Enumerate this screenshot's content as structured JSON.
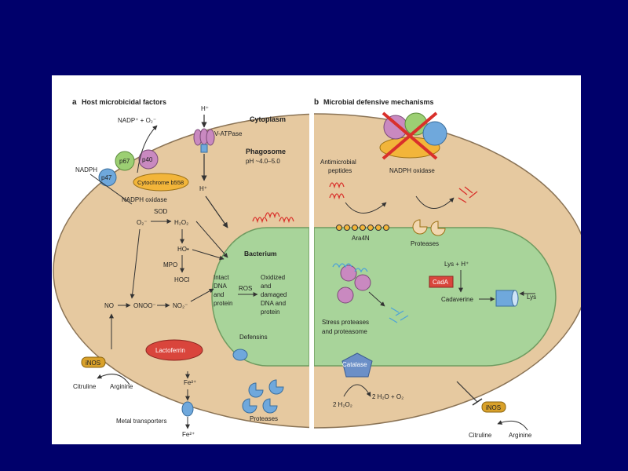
{
  "panel_a": {
    "heading_letter": "a",
    "heading": "Host microbicidal factors",
    "labels": {
      "h_plus": "H⁺",
      "nadp": "NADP⁺ + O₂⁻",
      "cytoplasm": "Cytoplasm",
      "v_atpase": "V-ATPase",
      "phagosome": "Phagosome",
      "ph": "pH ~4.0–5.0",
      "nadph": "NADPH",
      "p67": "p67",
      "p40": "p40",
      "p47": "p47",
      "cytochrome": "Cytochrome b558",
      "nadph_oxidase": "NADPH oxidase",
      "h_plus_2": "H⁺",
      "sod": "SOD",
      "o2": "O₂⁻",
      "h2o2": "H₂O₂",
      "ho": "HO•",
      "mpo": "MPO",
      "hocl": "HOCl",
      "bacterium": "Bacterium",
      "intact_1": "Intact",
      "intact_2": "DNA",
      "intact_3": "and",
      "intact_4": "protein",
      "ros": "ROS",
      "oxidized_1": "Oxidized",
      "oxidized_2": "and",
      "oxidized_3": "damaged",
      "oxidized_4": "DNA and",
      "oxidized_5": "protein",
      "no": "NO",
      "onoo": "ONOO⁻",
      "no2": "NO₂⁻",
      "defensins": "Defensins",
      "lactoferrin": "Lactoferrin",
      "inos": "iNOS",
      "citruline": "Citruline",
      "arginine": "Arginine",
      "fe_1": "Fe²⁺",
      "metal_transporters": "Metal transporters",
      "fe_2": "Fe²⁺",
      "proteases": "Proteases"
    }
  },
  "panel_b": {
    "heading_letter": "b",
    "heading": "Microbial defensive mechanisms",
    "labels": {
      "amp_1": "Antimicrobial",
      "amp_2": "peptides",
      "nadph_oxidase": "NADPH oxidase",
      "ara4n": "Ara4N",
      "proteases": "Proteases",
      "lys_h": "Lys + H⁺",
      "cada": "CadA",
      "cadaverine": "Cadaverine",
      "lys": "Lys",
      "stress_1": "Stress proteases",
      "stress_2": "and proteasome",
      "catalase": "Catalase",
      "h2o2": "2 H₂O₂",
      "products": "2 H₂O + O₂",
      "inos": "iNOS",
      "citruline": "Citruline",
      "arginine": "Arginine"
    }
  },
  "colors": {
    "background": "#00006b",
    "panel": "#ffffff",
    "phagosome": "#e6c9a0",
    "bacterium": "#a8d49a",
    "peptide": "#d9302b",
    "p67": "#9ccf73",
    "p40": "#c989c0",
    "p47": "#6fa8dc",
    "cytochrome": "#f2b53a",
    "lactoferrin": "#d9453c",
    "inos": "#d9a12a",
    "catalase": "#6b8fc7"
  }
}
